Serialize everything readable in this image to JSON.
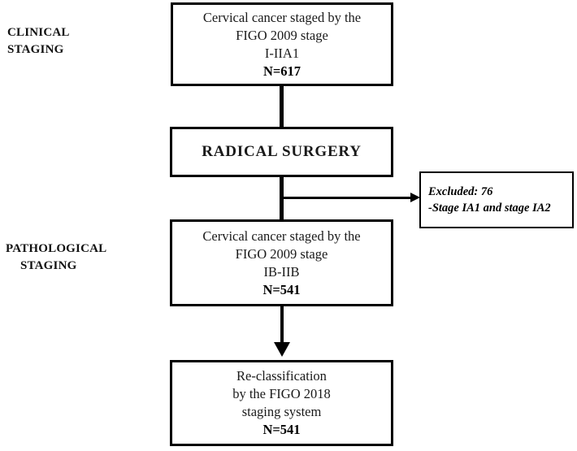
{
  "diagram": {
    "title": "Cervical cancer FIGO staging flowchart",
    "accent_color": "#000000",
    "background_color": "#ffffff",
    "box_fill": "#ffffff",
    "text_color": "#1a1a1a"
  },
  "side_labels": {
    "clinical": {
      "line1": "CLINICAL",
      "line2": "STAGING"
    },
    "pathological": {
      "line1": "PATHOLOGICAL",
      "line2": "STAGING"
    }
  },
  "nodes": {
    "clinical_cohort": {
      "line1": "Cervical cancer staged by the",
      "line2": "FIGO 2009 stage",
      "line3": "I-IIA1",
      "line4": "N=617"
    },
    "radical_surgery": {
      "label": "RADICAL SURGERY"
    },
    "excluded": {
      "line1": "Excluded: 76",
      "line2": "-Stage IA1 and stage IA2"
    },
    "pathological_cohort": {
      "line1": "Cervical cancer staged by the",
      "line2": "FIGO 2009 stage",
      "line3": "IB-IIB",
      "line4": "N=541"
    },
    "reclassification": {
      "line1": "Re-classification",
      "line2": "by the FIGO 2018",
      "line3": "staging system",
      "line4": "N=541"
    }
  },
  "connectors": {
    "clinical_to_surgery": "vertical-line",
    "surgery_to_pathological": "vertical-line",
    "surgery_to_excluded": "horizontal-arrow-right",
    "pathological_to_reclassification": "vertical-arrow-down"
  }
}
